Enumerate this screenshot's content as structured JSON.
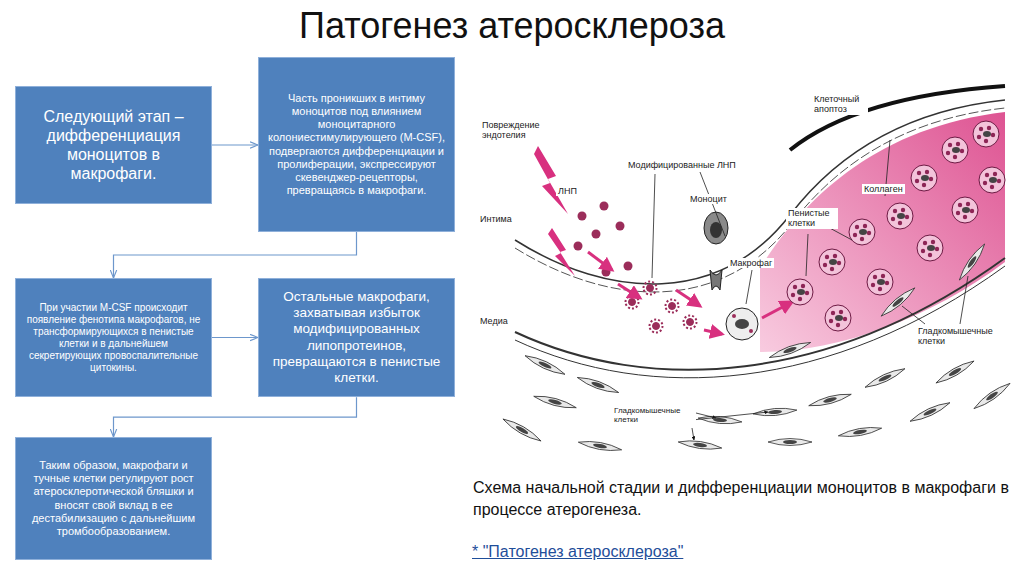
{
  "diagram": {
    "title": "Патогенез атеросклероза",
    "caption": "Схема начальной стадии и дифференциации моноцитов в макрофаги в процессе атерогенеза.",
    "nodes": [
      {
        "text": [
          "Следующий этап – дифференциация моноцитов в макрофаги."
        ]
      },
      {
        "text": [
          "Часть проникших в интиму моноцитов под влиянием моноцитарного колониестимулирующего (M-CSF), подвергаются дифференциации и пролиферации, экспрессируют скевенджер-рецепторы, превращаясь в макрофаги."
        ]
      },
      {
        "text": [
          "При участии M-CSF происходит появление фенотипа макрофагов, не трансформирующихся в пенистые клетки и в дальнейшем секретирующих провоспалительные цитокины."
        ]
      },
      {
        "text": [
          "Остальные макрофаги, захватывая избыток модифицированных липопротеинов, превращаются в пенистые клетки."
        ]
      },
      {
        "text": [
          "Таким образом, макрофаги и тучные клетки регулируют рост атеросклеротической бляшки и вносят свой вклад в ее дестабилизацию с дальнейшим тромбообразованием."
        ]
      }
    ],
    "edges": [
      {
        "from": 0,
        "to": 1,
        "arrow": "to"
      },
      {
        "from": 1,
        "to": 2,
        "arrow": "to"
      },
      {
        "from": 2,
        "to": 3,
        "arrow": "to"
      },
      {
        "from": 3,
        "to": 4,
        "arrow": "to"
      }
    ],
    "labels": [
      "Клеточный апоптоз",
      "Повреждение эндотелия",
      "Модифицированные ЛНП",
      "ЛНП",
      "Интима",
      "Моноцит",
      "Коллаген",
      "Пенистые клетки",
      "Макрофаг",
      "Медиа",
      "Гладкомышечные клетки",
      "Гладкомышечные клетки",
      "* \"Патогенез атеросклероза\""
    ]
  }
}
